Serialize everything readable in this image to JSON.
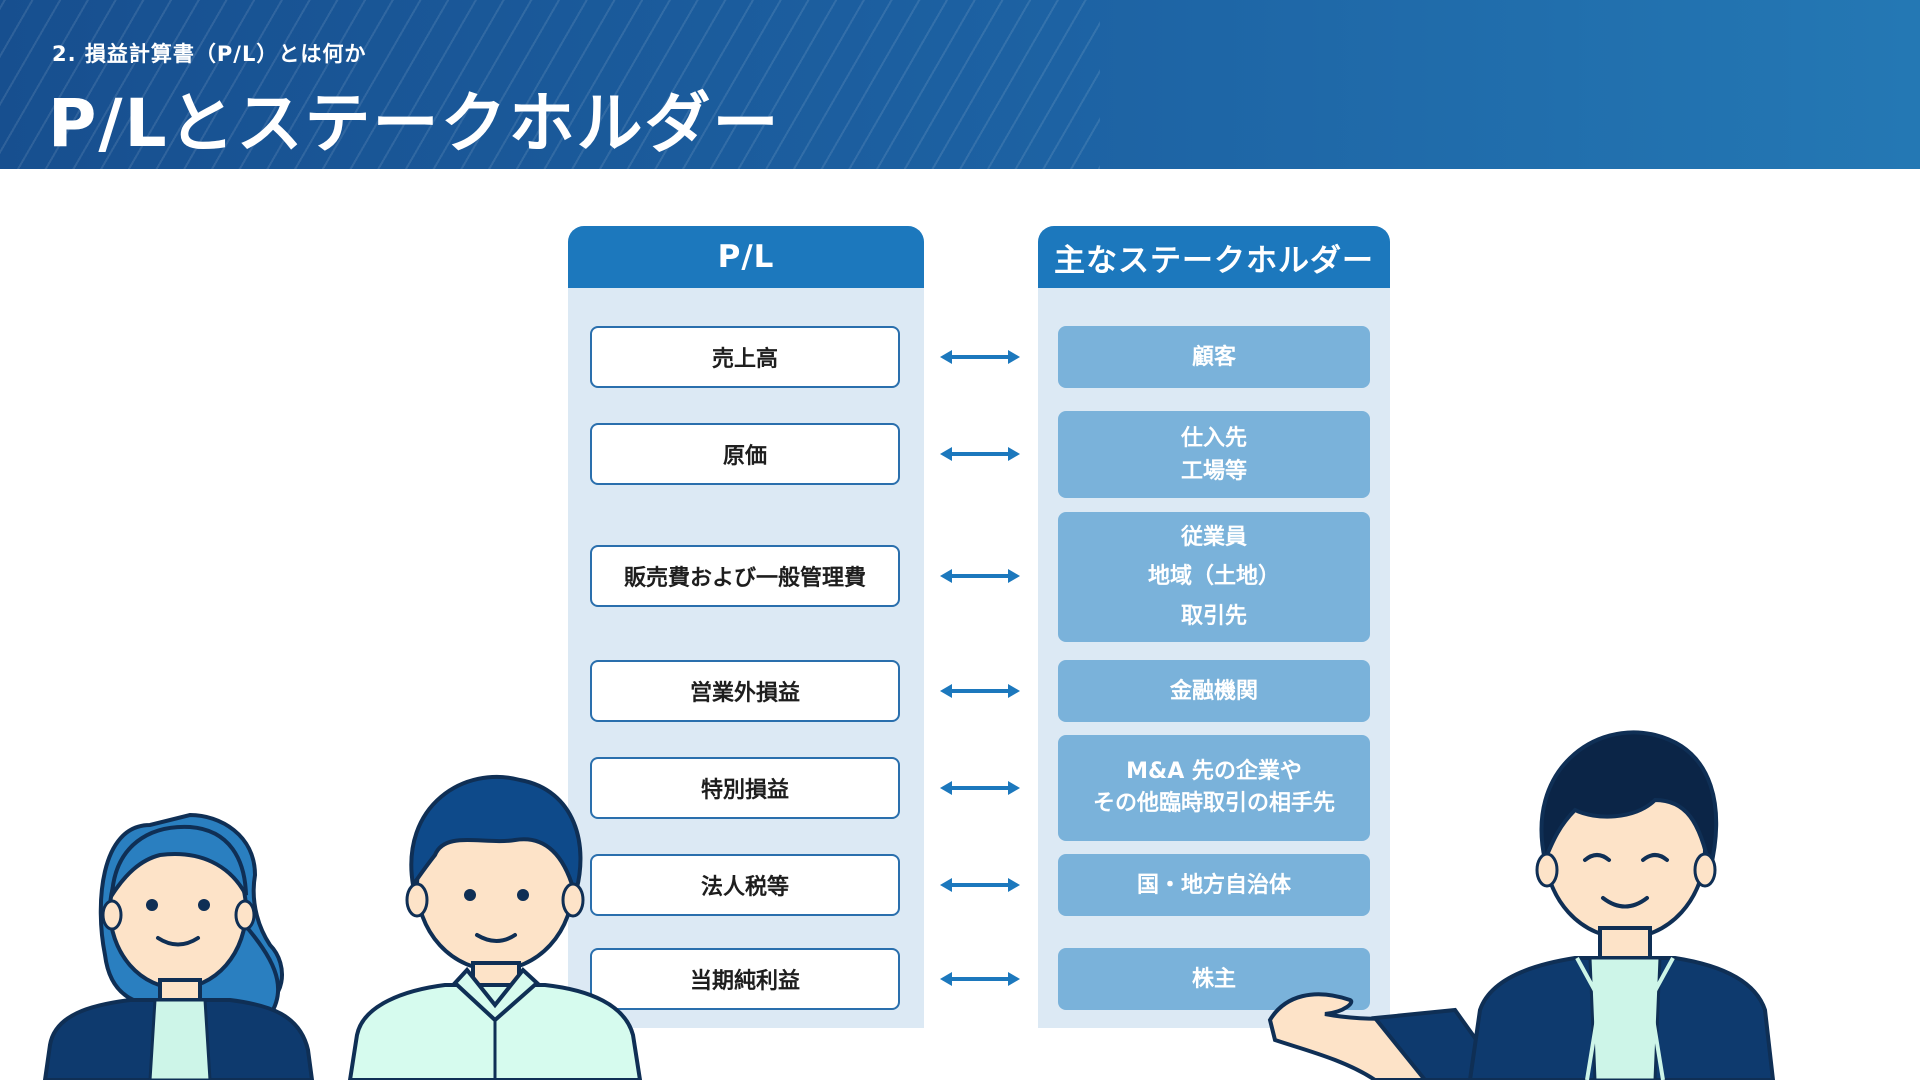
{
  "header": {
    "subtitle": "2. 損益計算書（P/L）とは何か",
    "title": "P/Lとステークホルダー"
  },
  "pl": {
    "heading": "P/L",
    "items": [
      "売上高",
      "原価",
      "販売費および一般管理費",
      "営業外損益",
      "特別損益",
      "法人税等",
      "当期純利益"
    ]
  },
  "stakeholders": {
    "heading": "主なステークホルダー",
    "items": [
      [
        "顧客"
      ],
      [
        "仕入先",
        "工場等"
      ],
      [
        "従業員",
        "地域（土地）",
        "取引先"
      ],
      [
        "金融機関"
      ],
      [
        "M&A 先の企業や",
        "その他臨時取引の相手先"
      ],
      [
        "国・地方自治体"
      ],
      [
        "株主"
      ]
    ]
  },
  "colors": {
    "header": "#1d62a3",
    "column_bg": "#dce9f4",
    "column_head": "#1c78bd",
    "stakeholder_box": "#7ab2da",
    "arrow": "#1c78bd"
  }
}
